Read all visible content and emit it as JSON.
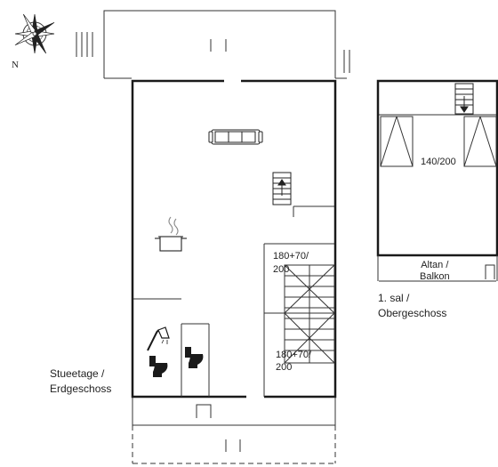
{
  "compass": {
    "north_label": "N"
  },
  "ground_floor": {
    "title_line1": "Stueetage /",
    "title_line2": "Erdgeschoss",
    "bed_upper_line1": "180+70/",
    "bed_upper_line2": "200",
    "bed_lower_line1": "180+70/",
    "bed_lower_line2": "200"
  },
  "upper_floor": {
    "title_line1": "1. sal /",
    "title_line2": "Obergeschoss",
    "bed_label": "140/200",
    "balcony_line1": "Altan /",
    "balcony_line2": "Balkon"
  },
  "icons": [
    "compass-rose-icon",
    "sofa-icon",
    "cooking-pot-icon",
    "shower-icon",
    "toilet-icon",
    "stairs-up-icon",
    "stairs-down-icon",
    "bed-icon",
    "door-icon"
  ],
  "colors": {
    "wall": "#1a1a1a",
    "line": "#333333",
    "background": "#ffffff"
  }
}
